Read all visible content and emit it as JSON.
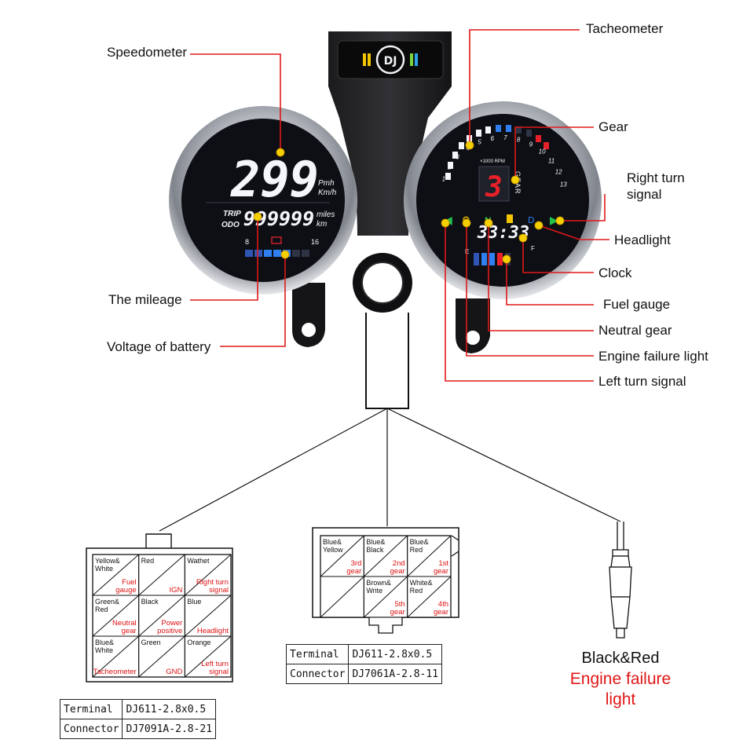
{
  "brand_logo": "DJ",
  "speedometer": {
    "speed": "299",
    "speed_units": [
      "Pmh",
      "Km/h"
    ],
    "trip_label": "TRIP",
    "odo_label": "ODO",
    "mileage": "999999",
    "mileage_units": [
      "miles",
      "km"
    ],
    "battery_scale_min": "8",
    "battery_scale_max": "16"
  },
  "tachometer": {
    "rpm_unit": "×1000 RPM",
    "rpm_ticks": [
      "1",
      "2",
      "3",
      "4",
      "5",
      "6",
      "7",
      "8",
      "9",
      "10",
      "11",
      "12",
      "13"
    ],
    "gear_value": "3",
    "gear_label": "GEAR",
    "neutral_symbol": "N",
    "clock_value": "33:33",
    "fuel_empty": "E",
    "fuel_full": "F"
  },
  "callouts": {
    "speedometer": "Speedometer",
    "mileage": "The mileage",
    "battery": "Voltage of battery",
    "tachometer": "Tacheometer",
    "gear": "Gear",
    "right_turn": "Right turn\nsignal",
    "headlight": "Headlight",
    "clock": "Clock",
    "fuel": "Fuel gauge",
    "neutral": "Neutral gear",
    "engine_failure": "Engine failure light",
    "left_turn": "Left turn signal"
  },
  "connector_left": {
    "cells": [
      {
        "color": "Yellow&\nWhite",
        "function": "Fuel\ngauge"
      },
      {
        "color": "Red",
        "function": "IGN"
      },
      {
        "color": "Wathet",
        "function": "Right turn\nsignal"
      },
      {
        "color": "Green&\nRed",
        "function": "Neutral\ngear"
      },
      {
        "color": "Black",
        "function": "Power\npositive"
      },
      {
        "color": "Blue",
        "function": "Headlight"
      },
      {
        "color": "Blue&\nWhite",
        "function": "Tacheometer"
      },
      {
        "color": "Green",
        "function": "GND"
      },
      {
        "color": "Orange",
        "function": "Left turn\nsignal"
      }
    ],
    "terminal_label": "Terminal",
    "terminal_value": "DJ611-2.8x0.5",
    "connector_label": "Connector",
    "connector_value": "DJ7091A-2.8-21"
  },
  "connector_middle": {
    "cells": [
      {
        "color": "Blue&\nYellow",
        "function": "3rd\ngear"
      },
      {
        "color": "Blue&\nBlack",
        "function": "2nd\ngear"
      },
      {
        "color": "Blue&\nRed",
        "function": "1st\ngear"
      },
      {
        "color": "",
        "function": ""
      },
      {
        "color": "Brown&\nWrite",
        "function": "5th\ngear"
      },
      {
        "color": "White&\nRed",
        "function": "4th\ngear"
      }
    ],
    "terminal_label": "Terminal",
    "terminal_value": "DJ611-2.8x0.5",
    "connector_label": "Connector",
    "connector_value": "DJ7061A-2.8-11"
  },
  "single_wire": {
    "color_label": "Black&Red",
    "function_label": "Engine failure\nlight",
    "function_color": "#e01818"
  },
  "colors": {
    "callout_line": "#e01818",
    "callout_dot": "#f5d000",
    "lcd_background": "#0d0f14",
    "lcd_white": "#f4f6fb",
    "gear_red": "#e8202a",
    "indicator_green": "#21c24a",
    "bezel_chrome": "#c9ccd2"
  }
}
